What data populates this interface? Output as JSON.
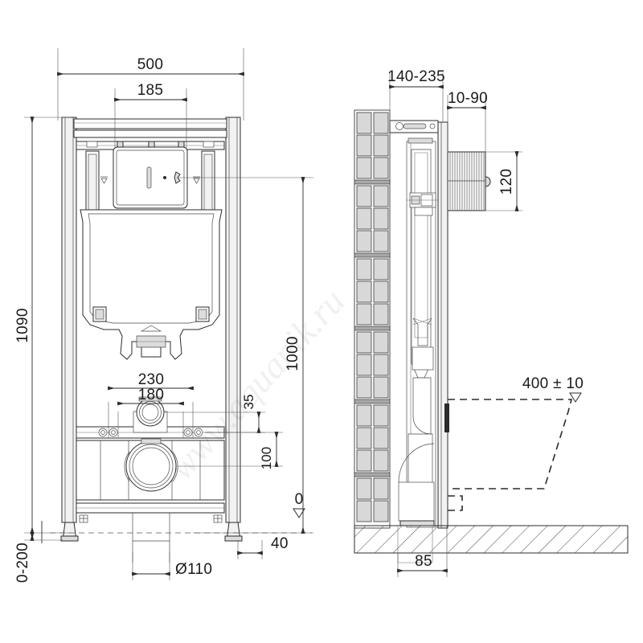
{
  "drawing": {
    "title": "Wall-hung WC installation frame technical drawing",
    "units": "mm",
    "watermark": "www.aquanik.ru"
  },
  "front_view": {
    "name": "front-elevation",
    "dimensions": {
      "overall_width": "500",
      "inner_width": "185",
      "overall_height": "1090",
      "mount_height": "1000",
      "bolt_spacing_outer": "230",
      "bolt_spacing_inner": "180",
      "offset_small": "35",
      "offset_medium": "100",
      "floor_datum": "0",
      "foot_adjust": "0-200",
      "foot_offset": "40",
      "drain_diameter": "Ø110"
    }
  },
  "side_view": {
    "name": "side-section",
    "dimensions": {
      "wall_depth_range": "140-235",
      "panel_offset_range": "10-90",
      "button_height": "120",
      "bowl_height": "400 ± 10",
      "drain_offset": "85"
    }
  },
  "labels": [
    {
      "id": "d-500",
      "text": "500"
    },
    {
      "id": "d-185",
      "text": "185"
    },
    {
      "id": "d-1090",
      "text": "1090"
    },
    {
      "id": "d-1000",
      "text": "1000"
    },
    {
      "id": "d-230",
      "text": "230"
    },
    {
      "id": "d-180",
      "text": "180"
    },
    {
      "id": "d-35",
      "text": "35"
    },
    {
      "id": "d-100",
      "text": "100"
    },
    {
      "id": "d-0",
      "text": "0"
    },
    {
      "id": "d-0-200",
      "text": "0-200"
    },
    {
      "id": "d-40",
      "text": "40"
    },
    {
      "id": "d-110",
      "text": "Ø110"
    },
    {
      "id": "d-140-235",
      "text": "140-235"
    },
    {
      "id": "d-10-90",
      "text": "10-90"
    },
    {
      "id": "d-120",
      "text": "120"
    },
    {
      "id": "d-400",
      "text": "400 ± 10"
    },
    {
      "id": "d-85",
      "text": "85"
    }
  ],
  "colors": {
    "line": "#2b2b2b",
    "thin_line": "#4a4a4a",
    "brick_fill": "#d8d8d8",
    "brick_mortar": "#a8a8a8",
    "background": "#ffffff"
  }
}
